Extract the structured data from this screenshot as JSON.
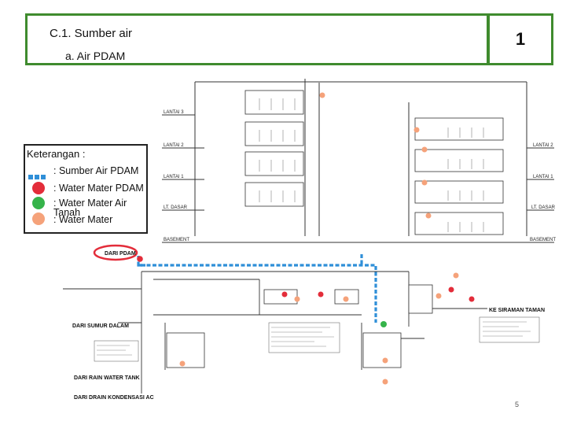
{
  "header": {
    "title_line1": "C.1. Sumber air",
    "title_line2": "a. Air PDAM",
    "slide_number": "1"
  },
  "legend": {
    "title": "Keterangan :",
    "items": [
      {
        "symbol": "blue-dashed-line",
        "text": ": Sumber Air PDAM",
        "color": "#2f8fd8"
      },
      {
        "symbol": "red-dot",
        "text": ": Water Mater PDAM",
        "color": "#e32d3a"
      },
      {
        "symbol": "green-dot",
        "text": ": Water Mater Air Tanah",
        "color": "#35b34a"
      },
      {
        "symbol": "orange-dot",
        "text": ": Water Mater",
        "color": "#f5a27a"
      }
    ]
  },
  "diagram": {
    "floor_labels_left": [
      "LANTAI 3",
      "LANTAI 2",
      "LANTAI 1",
      "LT. DASAR",
      "BASEMENT"
    ],
    "floor_labels_right": [
      "LANTAI 2",
      "LANTAI 1",
      "LT. DASAR",
      "BASEMENT"
    ],
    "source_labels": [
      "DARI PDAM",
      "DARI SUMUR DALAM",
      "DARI RAIN WATER TANK",
      "DARI DRAIN KONDENSASI AC"
    ],
    "outlet_labels": [
      "KE SIRAMAN TAMAN"
    ]
  },
  "page_number": "5",
  "colors": {
    "frame_green": "#3f8b2e",
    "pdam_blue": "#2f8fd8",
    "meter_red": "#e32d3a",
    "meter_green": "#35b34a",
    "meter_orange": "#f5a27a"
  }
}
